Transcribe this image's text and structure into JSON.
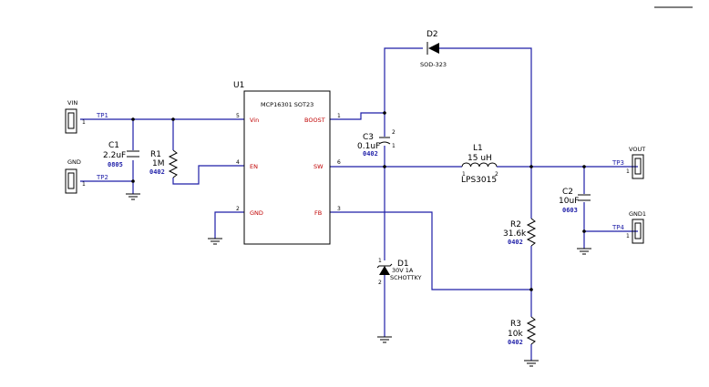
{
  "ic": {
    "ref": "U1",
    "part": "MCP16301 SOT23",
    "pins": {
      "vin": {
        "name": "Vin",
        "num": "5"
      },
      "en": {
        "name": "EN",
        "num": "4"
      },
      "gnd": {
        "name": "GND",
        "num": "2"
      },
      "boost": {
        "name": "BOOST",
        "num": "1"
      },
      "sw": {
        "name": "SW",
        "num": "6"
      },
      "fb": {
        "name": "FB",
        "num": "3"
      }
    }
  },
  "connectors": {
    "vin": {
      "label": "VIN",
      "pin": "1",
      "tp": "TP1"
    },
    "gnd": {
      "label": "GND",
      "pin": "1",
      "tp": "TP2"
    },
    "vout": {
      "label": "VOUT",
      "pin": "1",
      "tp": "TP3"
    },
    "gnd1": {
      "label": "GND1",
      "pin": "1",
      "tp": "TP4"
    }
  },
  "components": {
    "c1": {
      "ref": "C1",
      "value": "2.2uF",
      "pkg": "0805"
    },
    "r1": {
      "ref": "R1",
      "value": "1M",
      "pkg": "0402"
    },
    "c3": {
      "ref": "C3",
      "value": "0.1uF",
      "pkg": "0402",
      "pin_top": "2",
      "pin_bottom": "1"
    },
    "d2": {
      "ref": "D2",
      "pkg": "SOD-323"
    },
    "l1": {
      "ref": "L1",
      "value": "15 uH",
      "part": "LPS3015",
      "pin_left": "1",
      "pin_right": "2"
    },
    "d1": {
      "ref": "D1",
      "value": "30V 1A",
      "type": "SCHOTTKY",
      "pin_top": "1",
      "pin_bottom": "2"
    },
    "r2": {
      "ref": "R2",
      "value": "31.6k",
      "pkg": "0402"
    },
    "r3": {
      "ref": "R3",
      "value": "10k",
      "pkg": "0402"
    },
    "c2": {
      "ref": "C2",
      "value": "10uF",
      "pkg": "0603"
    }
  },
  "colors": {
    "wire": "#1f1fa8",
    "part": "#000000",
    "pin_name": "#c00000",
    "package": "#1f1fa8"
  }
}
